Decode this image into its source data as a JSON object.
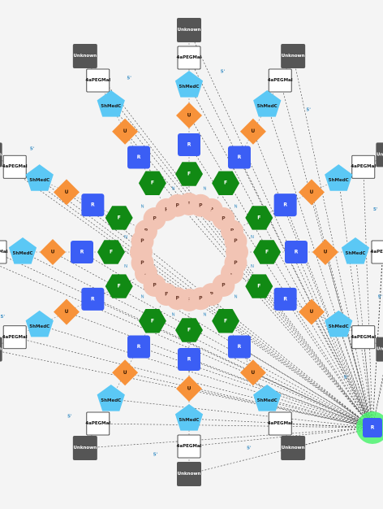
{
  "diagram": {
    "background": "#f4f4f4",
    "colors": {
      "unknown": "#555555",
      "peg": "#ffffff",
      "fivehmedc": "#5bc8f5",
      "u": "#f7923a",
      "r": "#3b5ef5",
      "f": "#118a14",
      "p": "#f2c4b4",
      "hub_glow": "#4cf26f",
      "edge": "#333333",
      "n_label": "#3a8ec4"
    },
    "labels": {
      "unknown": "Unknown",
      "peg": "4aPEGMal",
      "fivehmedc": "5hMedC",
      "u": "U",
      "r": "R",
      "f": "F",
      "p": "P",
      "five_prime": "5'",
      "n": "N",
      "tick": "|"
    },
    "hub": {
      "label": "R"
    },
    "icon": "linear-nucleic-acid-graph"
  }
}
